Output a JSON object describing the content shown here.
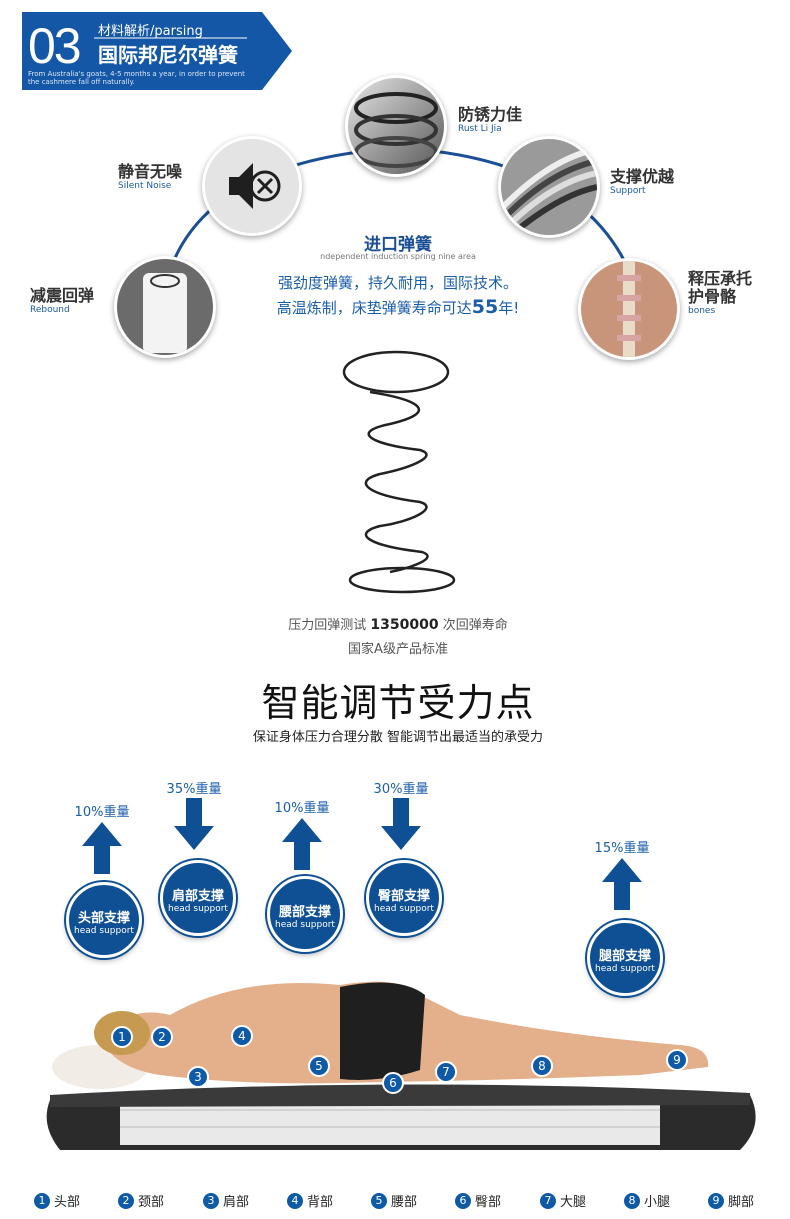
{
  "header": {
    "number": "03",
    "subtitle": "材料解析/parsing",
    "title": "国际邦尼尔弹簧",
    "tagline": "From Australia's goats, 4-5 months a year, in order to prevent the cashmere fall off naturally."
  },
  "features": [
    {
      "cn": "防锈力佳",
      "en": "Rust Li Jia",
      "icon": "spring-coil-photo"
    },
    {
      "cn": "静音无噪",
      "en": "Silent Noise",
      "icon": "mute-speaker-icon"
    },
    {
      "cn": "支撑优越",
      "en": "Support",
      "icon": "steel-wire-photo"
    },
    {
      "cn": "减震回弹",
      "en": "Rebound",
      "icon": "pocket-spring-photo"
    },
    {
      "cn": "释压承托",
      "cn2": "护骨骼",
      "en": "bones",
      "icon": "spine-photo"
    }
  ],
  "center": {
    "title": "进口弹簧",
    "en": "ndependent induction spring nine area",
    "line1": "强劲度弹簧，持久耐用，国际技术。",
    "line2_pre": "高温炼制，床垫弹簧寿命可达",
    "line2_num": "55",
    "line2_post": "年!"
  },
  "test": {
    "pre": "压力回弹测试",
    "num": "1350000",
    "post": "次回弹寿命",
    "line2": "国家A级产品标准"
  },
  "section": {
    "title": "智能调节受力点",
    "subtitle": "保证身体压力合理分散  智能调节出最适当的承受力"
  },
  "supports": [
    {
      "pct": "10%重量",
      "cn": "头部支撑",
      "en": "head support",
      "arrow": "up"
    },
    {
      "pct": "35%重量",
      "cn": "肩部支撑",
      "en": "head support",
      "arrow": "down"
    },
    {
      "pct": "10%重量",
      "cn": "腰部支撑",
      "en": "head support",
      "arrow": "up"
    },
    {
      "pct": "30%重量",
      "cn": "臀部支撑",
      "en": "head support",
      "arrow": "down"
    },
    {
      "pct": "15%重量",
      "cn": "腿部支撑",
      "en": "head support",
      "arrow": "up"
    }
  ],
  "markers": [
    "1",
    "2",
    "3",
    "4",
    "5",
    "6",
    "7",
    "8",
    "9"
  ],
  "legend": [
    {
      "n": "1",
      "label": "头部"
    },
    {
      "n": "2",
      "label": "颈部"
    },
    {
      "n": "3",
      "label": "肩部"
    },
    {
      "n": "4",
      "label": "背部"
    },
    {
      "n": "5",
      "label": "腰部"
    },
    {
      "n": "6",
      "label": "臀部"
    },
    {
      "n": "7",
      "label": "大腿"
    },
    {
      "n": "8",
      "label": "小腿"
    },
    {
      "n": "9",
      "label": "脚部"
    }
  ],
  "colors": {
    "brand_blue": "#0f4f94",
    "accent_blue": "#1b5ea8"
  }
}
